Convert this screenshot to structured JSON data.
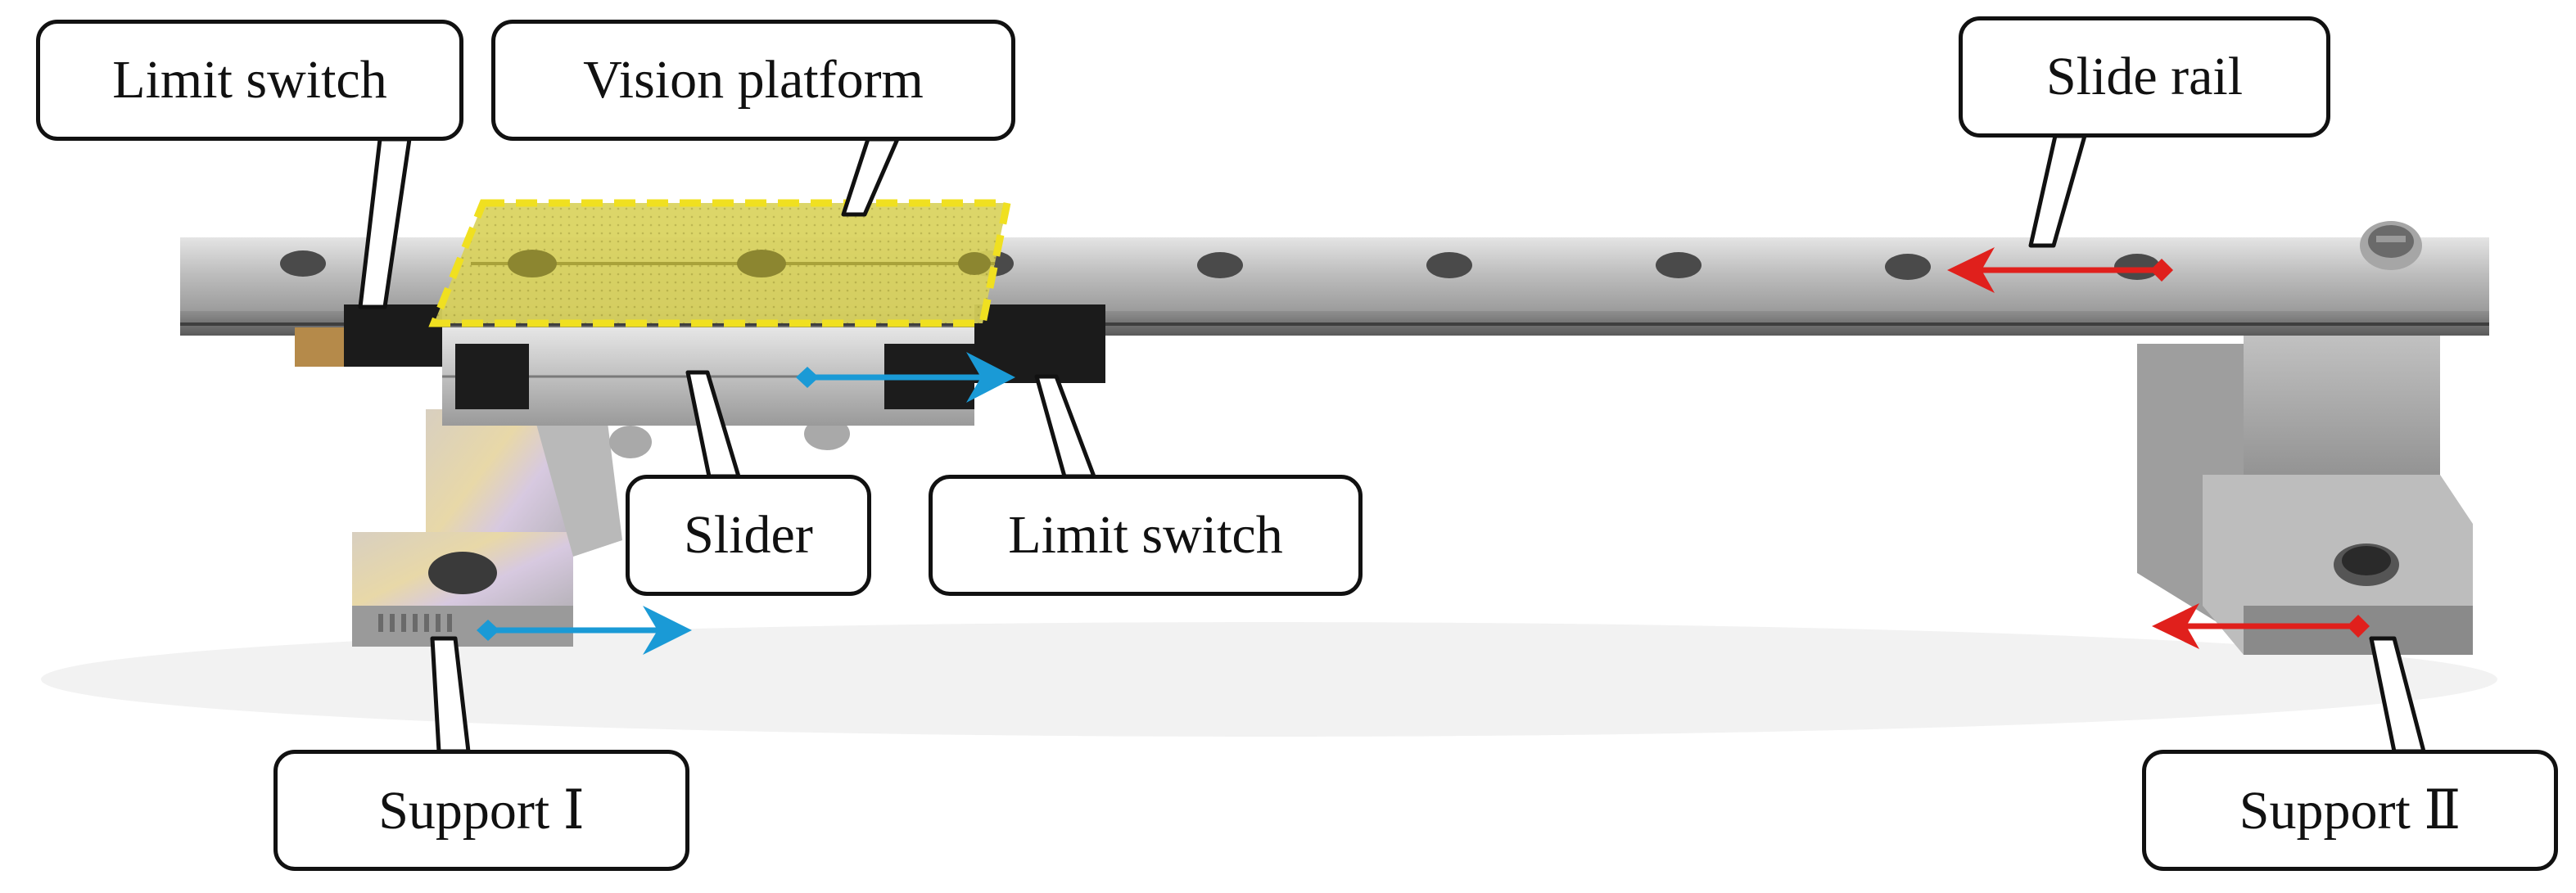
{
  "labels": {
    "limit_switch_top": "Limit switch",
    "vision_platform": "Vision platform",
    "slide_rail": "Slide rail",
    "slider": "Slider",
    "limit_switch_bottom": "Limit switch",
    "support_1": "Support Ⅰ",
    "support_2": "Support Ⅱ"
  },
  "colors": {
    "platform_highlight": "#e8e24a",
    "platform_outline": "#f0e020",
    "arrow_blue": "#1a9ad6",
    "arrow_red": "#e0201c",
    "metal_light": "#cfcfcf",
    "metal_dark": "#8a8a8a"
  }
}
